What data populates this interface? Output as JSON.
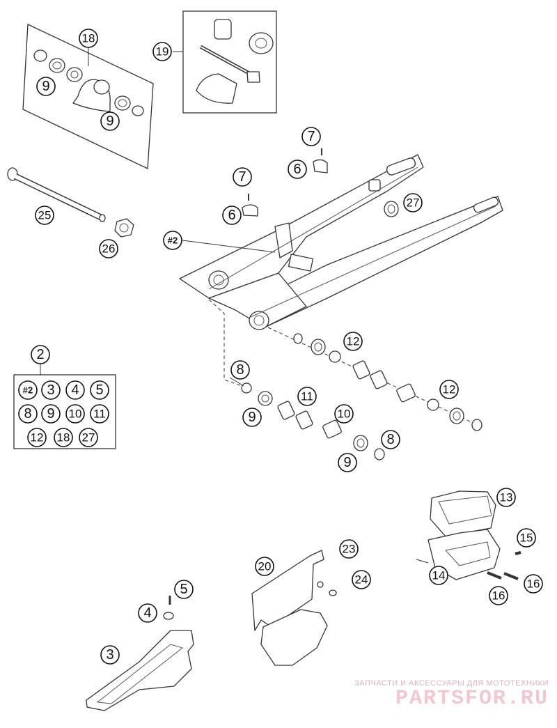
{
  "diagram": {
    "callouts": [
      {
        "label": "18"
      },
      {
        "label": "9"
      },
      {
        "label": "9"
      },
      {
        "label": "19"
      },
      {
        "label": "7"
      },
      {
        "label": "6"
      },
      {
        "label": "7"
      },
      {
        "label": "6"
      },
      {
        "label": "27"
      },
      {
        "label": "25"
      },
      {
        "label": "26"
      },
      {
        "label": "#2"
      },
      {
        "label": "12"
      },
      {
        "label": "8"
      },
      {
        "label": "11"
      },
      {
        "label": "9"
      },
      {
        "label": "10"
      },
      {
        "label": "12"
      },
      {
        "label": "8"
      },
      {
        "label": "9"
      },
      {
        "label": "2"
      },
      {
        "label": "13"
      },
      {
        "label": "15"
      },
      {
        "label": "14"
      },
      {
        "label": "16"
      },
      {
        "label": "16"
      },
      {
        "label": "23"
      },
      {
        "label": "24"
      },
      {
        "label": "20"
      },
      {
        "label": "5"
      },
      {
        "label": "4"
      },
      {
        "label": "3"
      }
    ],
    "kit_grid": [
      {
        "label": "#2"
      },
      {
        "label": "3"
      },
      {
        "label": "4"
      },
      {
        "label": "5"
      },
      {
        "label": "8"
      },
      {
        "label": "9"
      },
      {
        "label": "10"
      },
      {
        "label": "11"
      },
      {
        "label": "12"
      },
      {
        "label": "18"
      },
      {
        "label": "27"
      }
    ]
  },
  "watermark": {
    "subtitle": "ЗАПЧАСТИ И АКСЕССУАРЫ ДЛЯ МОТОТЕХНИКИ",
    "brand": "PARTSFOR.RU",
    "color": "#f2c8cf"
  }
}
